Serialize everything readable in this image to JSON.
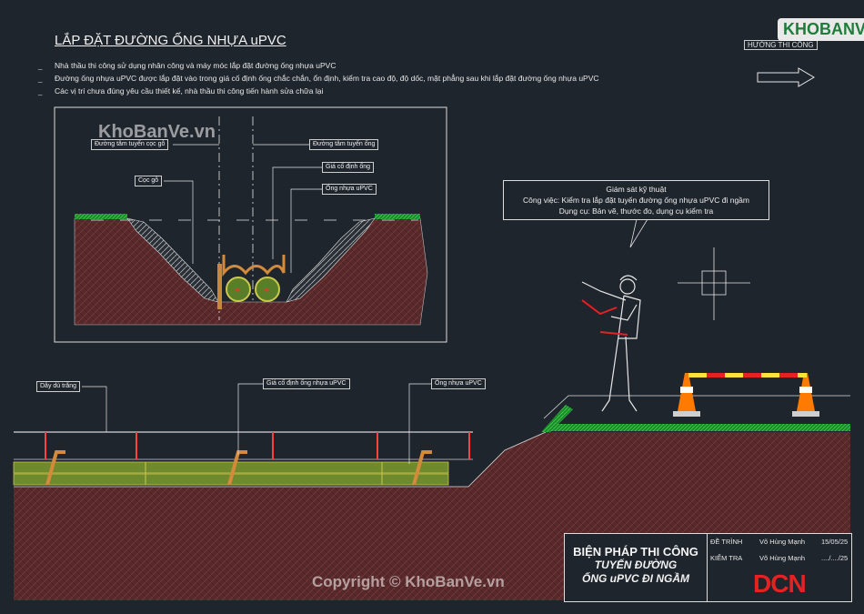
{
  "title": "LẮP ĐẶT ĐƯỜNG ỐNG NHỰA uPVC",
  "notes": [
    "Nhà thầu thi công sử dụng nhân công và máy móc lắp đặt đường ống nhựa uPVC",
    "Đường ống nhựa uPVC được lắp đặt vào trong giá cố định ống chắc chắn, ổn định, kiểm tra cao độ, độ dốc, mặt phẳng sau khi lắp đặt đường ống nhựa uPVC",
    "Các vị trí chưa đúng yêu cầu thiết kế, nhà thầu thi công tiến hành sửa chữa lại"
  ],
  "bullet": "_",
  "direction_label": "HƯỚNG THI CÔNG",
  "section_labels": {
    "stake_axis": "Đường tâm tuyến cọc gỗ",
    "pipe_axis": "Đường tâm tuyến ống",
    "fixing_frame": "Giá cố định ống",
    "wood_stake": "Cọc gỗ",
    "upvc_pipe": "Ống nhựa uPVC"
  },
  "elevation_labels": {
    "white_string": "Dây dù trắng",
    "fixing_frame": "Giá cố định ống nhựa uPVC",
    "upvc_pipe": "Ống nhựa uPVC"
  },
  "callout": {
    "line1": "Giám sát kỹ thuật",
    "line2": "Công việc: Kiểm tra lắp đặt tuyến đường ống nhựa uPVC đi ngầm",
    "line3": "Dụng cụ: Bản vẽ, thước đo, dụng cụ kiểm tra"
  },
  "titleblock": {
    "main": "BIỆN PHÁP THI CÔNG",
    "sub1": "TUYẾN ĐƯỜNG",
    "sub2": "ỐNG uPVC ĐI NGẦM",
    "row1_role": "ĐỀ TRÌNH",
    "row1_name": "Võ Hùng Mạnh",
    "row1_date": "15/05/25",
    "row2_role": "KIỂM TRA",
    "row2_name": "Võ Hùng Mạnh",
    "row2_date": "..../..../25",
    "brand": "DCN"
  },
  "watermarks": {
    "top": "KhoBanVe.vn",
    "bottom": "Copyright © KhoBanVe.vn",
    "logo": "KHOBANVE"
  },
  "colors": {
    "background": "#1f252d",
    "soil": "#5a2b2b",
    "grass": "#2dbb3a",
    "pipe": "#6f8a2d",
    "accent": "#e52222",
    "cone": "#ff7a00"
  }
}
